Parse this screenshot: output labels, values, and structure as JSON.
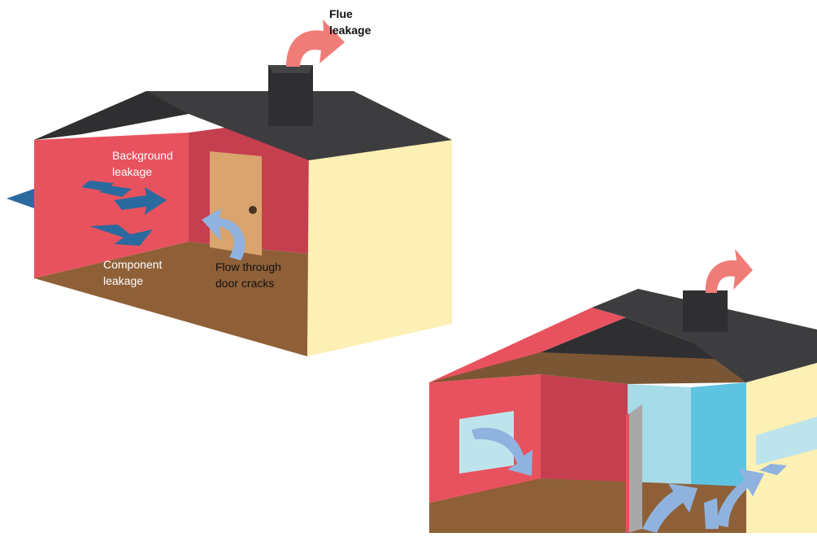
{
  "labels": {
    "flue": [
      "Flue",
      "leakage"
    ],
    "background": [
      "Background",
      "leakage"
    ],
    "component": [
      "Component",
      "leakage"
    ],
    "door": [
      "Flow through",
      "door cracks"
    ]
  },
  "colors": {
    "roof": "#3d3d3f",
    "chimney": "#2f2f31",
    "wall_red": "#e8525e",
    "wall_red_dark": "#c63f4f",
    "wall_yellow": "#fdf0b4",
    "floor": "#8f6038",
    "door": "#d9a46e",
    "blue_arrow": "#2b6a9e",
    "light_blue_arrow": "#8fb3de",
    "pink_arrow": "#f07c78",
    "window": "#bde4ec",
    "room_blue": "#5ec3e0"
  }
}
